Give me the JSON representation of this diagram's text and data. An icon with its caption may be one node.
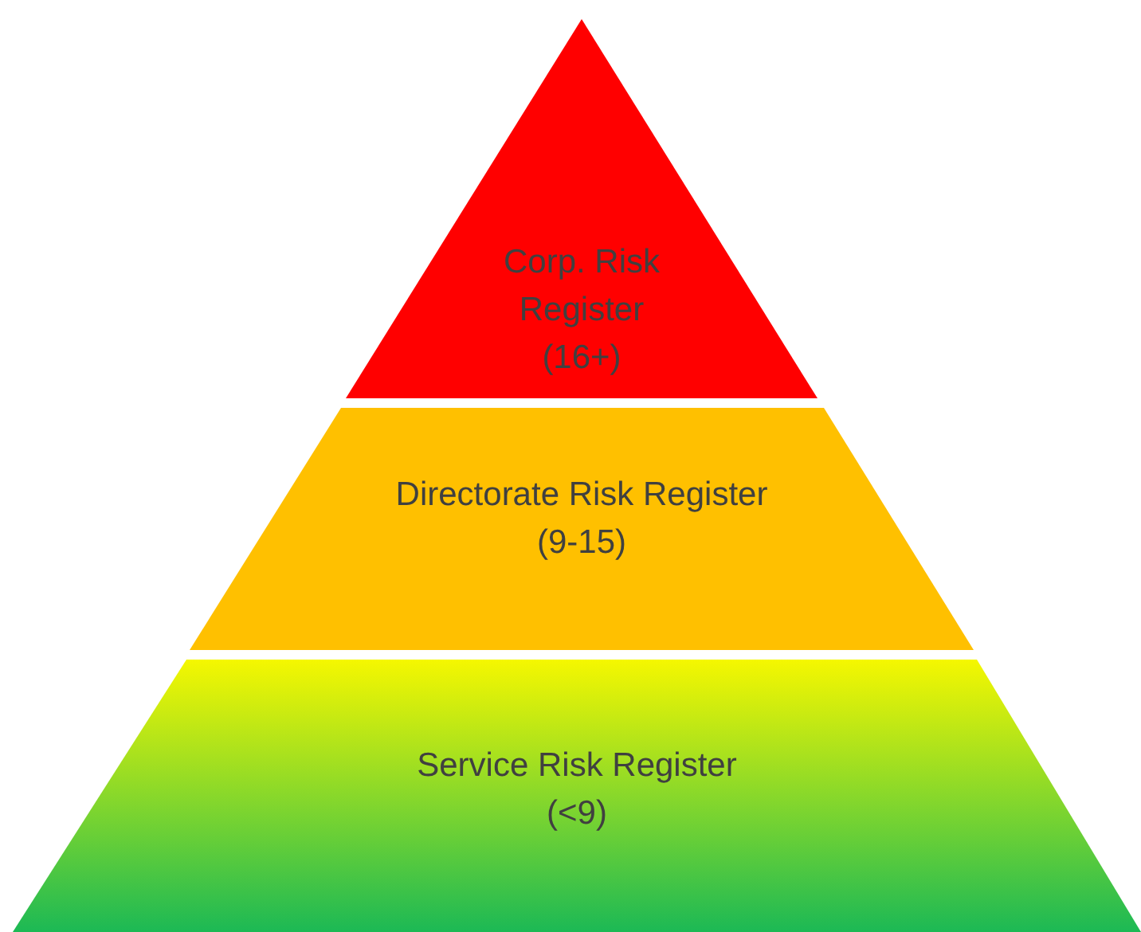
{
  "diagram": {
    "nodes": [
      {
        "text": [
          "Corp. Risk Register",
          "(16+)"
        ]
      },
      {
        "text": [
          "Directorate Risk Register",
          "(9-15)"
        ]
      },
      {
        "text": [
          "Service Risk Register",
          "(<9)"
        ]
      }
    ]
  }
}
